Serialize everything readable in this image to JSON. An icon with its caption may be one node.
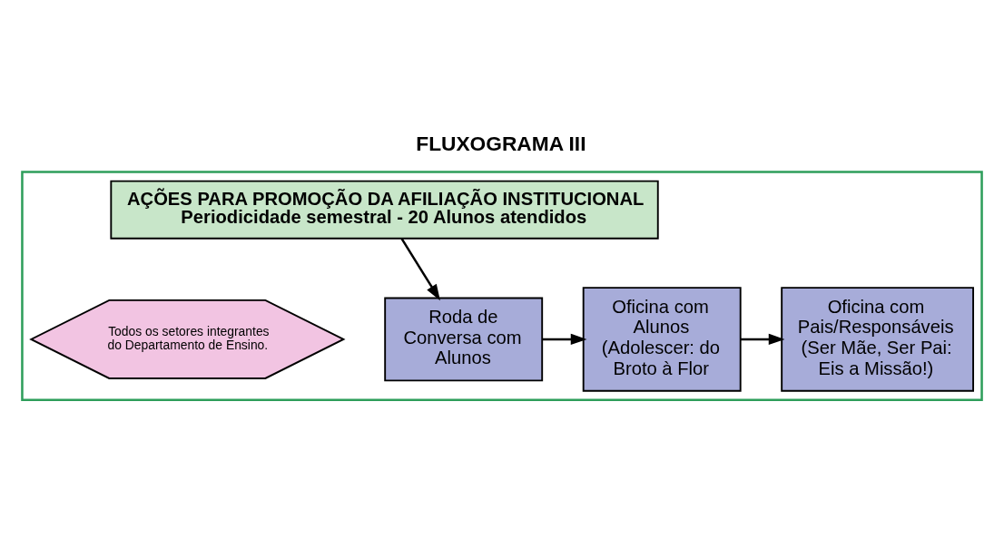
{
  "diagram": {
    "title": "FLUXOGRAMA III",
    "nodes": [
      {
        "text": [],
        "shape": "box"
      },
      {
        "text": [
          "AÇÕES PARA PROMOÇÃO DA AFILIAÇÃO INSTITUCIONAL",
          "Periodicidade semestral - 20 Alunos atendidos"
        ],
        "in": 0
      },
      {
        "text": [
          "Todos os setores integrantes do Departamento de Ensino."
        ],
        "in": 0
      },
      {
        "text": [
          "Roda de Conversa com Alunos"
        ],
        "in": 0
      },
      {
        "text": [
          "Oficina com Alunos (Adolescer: do Broto à Flor"
        ],
        "in": 0
      },
      {
        "text": [
          "Oficina com Pais/Responsáveis (Ser Mãe, Ser Pai: Eis a Missão!)"
        ],
        "in": 0
      }
    ],
    "edges": [
      {
        "from": 1,
        "to": 3,
        "arrow": "to"
      },
      {
        "from": 3,
        "to": 4,
        "arrow": "to"
      },
      {
        "from": 4,
        "to": 5,
        "arrow": "to"
      }
    ]
  }
}
